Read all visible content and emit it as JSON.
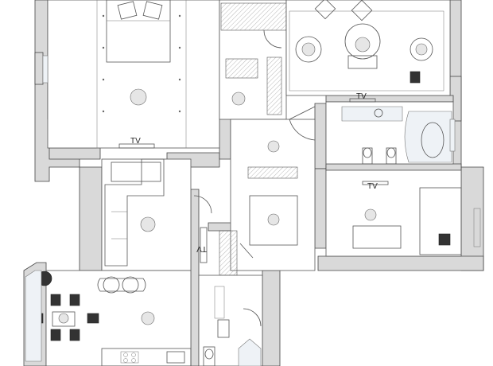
{
  "plan": {
    "tv_labels": [
      "TV",
      "TV",
      "TV",
      "TV"
    ]
  },
  "colors": {
    "wall_fill": "#d9d9d9",
    "wall_stroke": "#444444",
    "line": "#555555"
  }
}
